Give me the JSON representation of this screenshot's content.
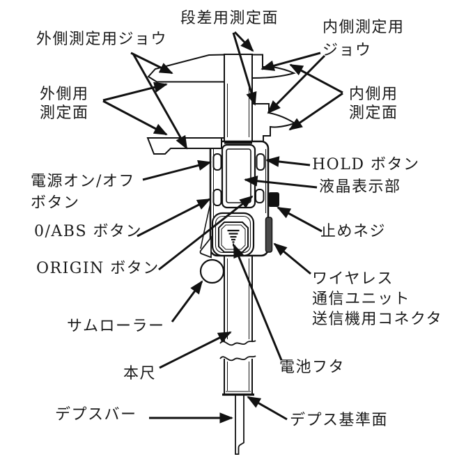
{
  "diagram": {
    "subject": "digital-caliper-part-names",
    "background_color": "#ffffff",
    "line_color": "#111111",
    "labels": {
      "step_faces": "段差用測定面",
      "outside_jaws": "外側測定用ジョウ",
      "inside_jaws": "内側測定用\nジョウ",
      "outside_faces": "外側用\n測定面",
      "inside_faces": "内側用\n測定面",
      "hold_button": "HOLD ボタン",
      "lcd": "液晶表示部",
      "power_button": "電源オン/オフ\nボタン",
      "zero_abs_button": "0/ABS ボタン",
      "origin_button": "ORIGIN ボタン",
      "lock_screw": "止めネジ",
      "wireless_connector": "ワイヤレス\n通信ユニット\n送信機用コネクタ",
      "thumb_roller": "サムローラー",
      "battery_cover": "電池フタ",
      "main_scale": "本尺",
      "depth_bar": "デプスバー",
      "depth_reference_face": "デプス基準面"
    }
  }
}
